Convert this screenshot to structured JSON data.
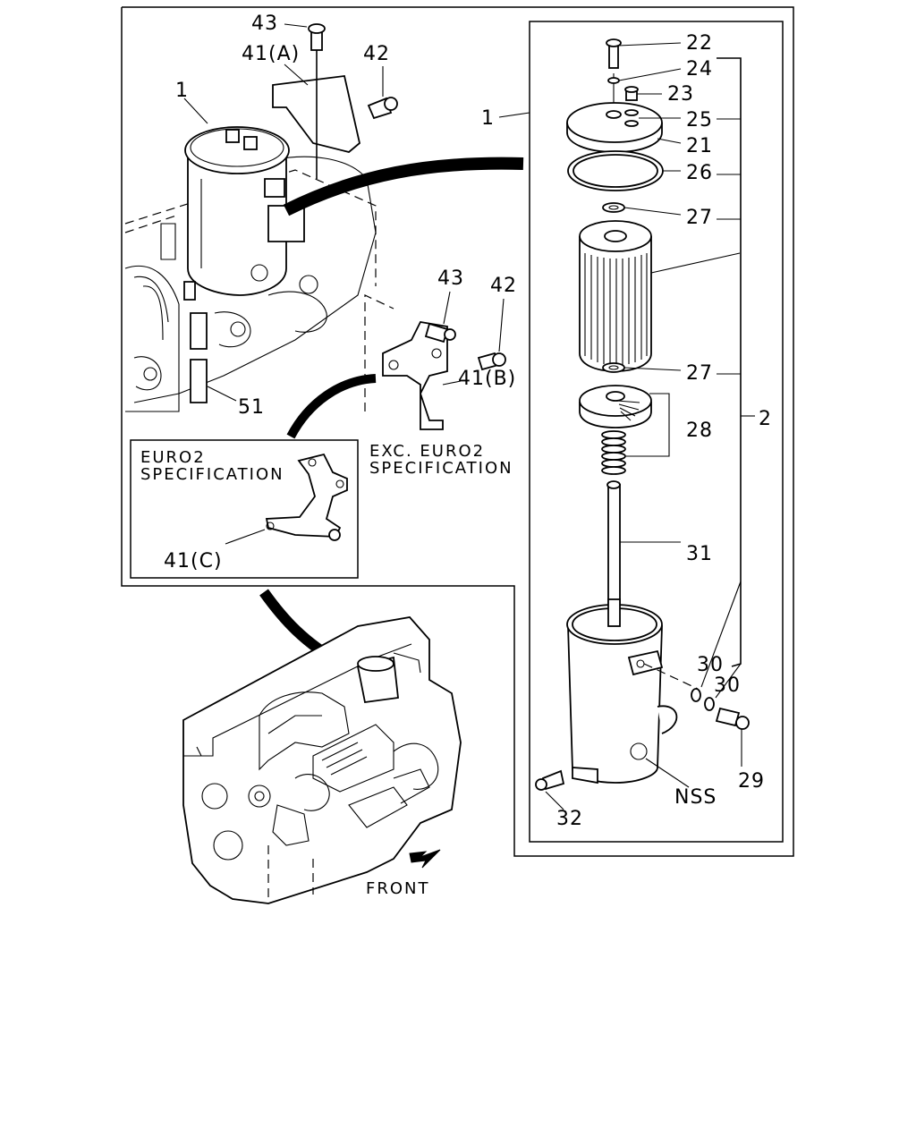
{
  "callouts": {
    "c43a": "43",
    "c41a": "41(A)",
    "c42a": "42",
    "c1a": "1",
    "c43b": "43",
    "c42b": "42",
    "c41b": "41(B)",
    "c51": "51",
    "c41c": "41(C)",
    "c1b": "1",
    "c22": "22",
    "c24": "24",
    "c23": "23",
    "c25": "25",
    "c21": "21",
    "c26": "26",
    "c27a": "27",
    "c27b": "27",
    "c28": "28",
    "c2": "2",
    "c31": "31",
    "c30a": "30",
    "c30b": "30",
    "c29": "29",
    "c32": "32",
    "cnss": "NSS"
  },
  "notes": {
    "euro2_line1": "EURO2",
    "euro2_line2": "SPECIFICATION",
    "exc_line1": "EXC. EURO2",
    "exc_line2": "SPECIFICATION",
    "front": "FRONT"
  }
}
